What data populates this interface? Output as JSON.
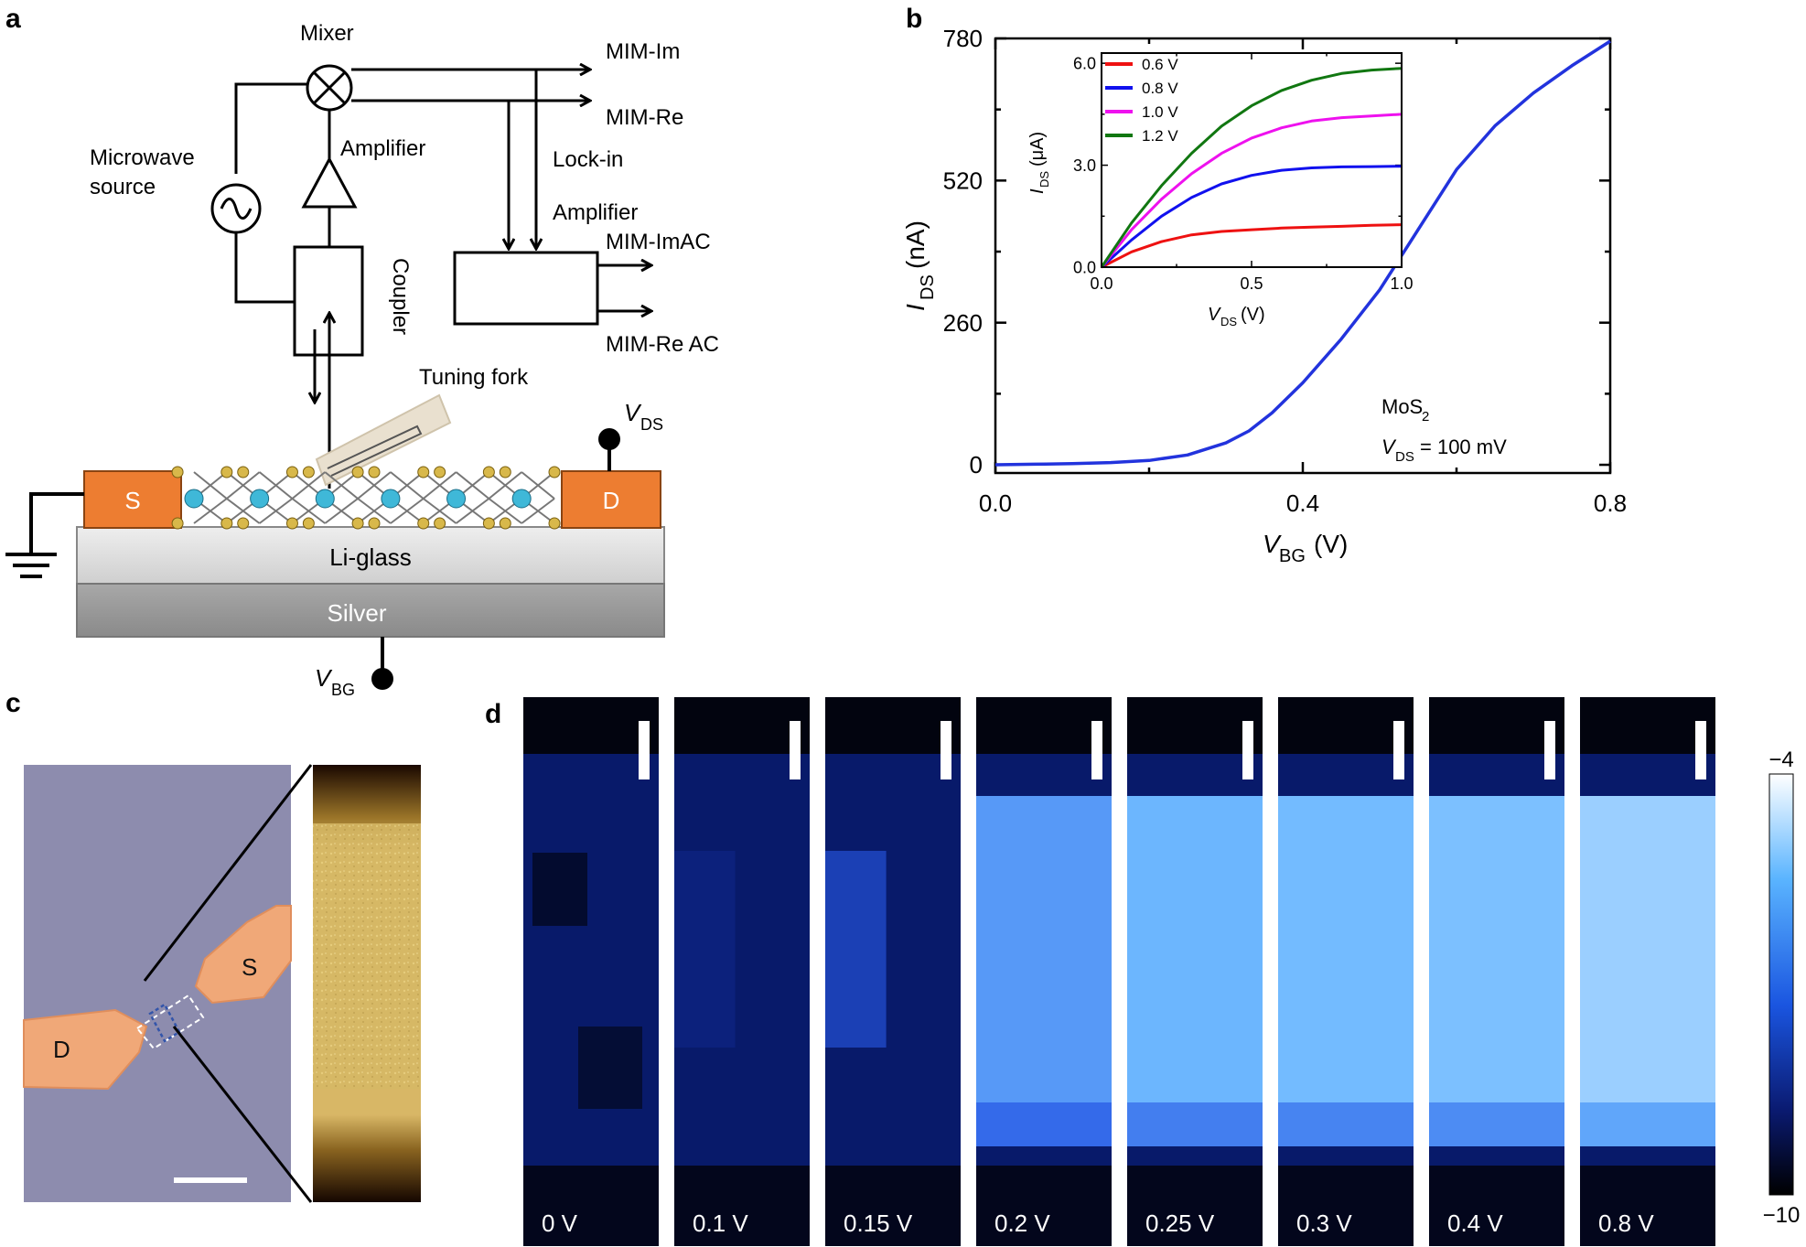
{
  "panels": {
    "a": "a",
    "b": "b",
    "c": "c",
    "d": "d"
  },
  "schematic": {
    "mixer": "Mixer",
    "mim_im": "MIM-Im",
    "mim_re": "MIM-Re",
    "amplifier": "Amplifier",
    "lockin": "Lock-in",
    "amplifier2": "Amplifier",
    "microwave_source_1": "Microwave",
    "microwave_source_2": "source",
    "coupler": "Coupler",
    "mim_imac": "MIM-ImAC",
    "mim_reac": "MIM-Re AC",
    "tuning_fork": "Tuning fork",
    "vds_main": "V",
    "vds_sub": "DS",
    "source_label": "S",
    "drain_label": "D",
    "li_glass": "Li-glass",
    "silver": "Silver",
    "vbg_main": "V",
    "vbg_sub": "BG"
  },
  "chart_data": [
    {
      "type": "line",
      "xlabel_main": "V",
      "xlabel_sub": "BG",
      "xlabel_unit": "(V)",
      "ylabel_main": "I",
      "ylabel_sub": "DS",
      "ylabel_unit": "(nA)",
      "xlim": [
        0.0,
        0.8
      ],
      "ylim": [
        -15,
        780
      ],
      "xticks": [
        "0.0",
        "0.4",
        "0.8"
      ],
      "yticks": [
        "0",
        "260",
        "520",
        "780"
      ],
      "xtick_values": [
        0.0,
        0.4,
        0.8
      ],
      "ytick_values": [
        0,
        260,
        520,
        780
      ],
      "series": [
        {
          "color": "#2233dd",
          "x": [
            0.0,
            0.05,
            0.1,
            0.15,
            0.2,
            0.25,
            0.3,
            0.33,
            0.36,
            0.4,
            0.45,
            0.5,
            0.55,
            0.6,
            0.65,
            0.7,
            0.75,
            0.8
          ],
          "y": [
            0,
            1,
            2,
            4,
            8,
            18,
            40,
            62,
            95,
            150,
            230,
            320,
            430,
            540,
            620,
            680,
            730,
            775
          ]
        }
      ],
      "annotation_material_main": "MoS",
      "annotation_material_sub": "2",
      "annotation_vds_main": "V",
      "annotation_vds_sub": "DS",
      "annotation_vds_value": "= 100 mV"
    },
    {
      "type": "line",
      "xlabel_main": "V",
      "xlabel_sub": "DS",
      "xlabel_unit": "(V)",
      "ylabel_main": "I",
      "ylabel_sub": "DS",
      "ylabel_unit": "(μA)",
      "xlim": [
        0.0,
        1.0
      ],
      "ylim": [
        0.0,
        6.3
      ],
      "xticks": [
        "0.0",
        "0.5",
        "1.0"
      ],
      "yticks": [
        "0.0",
        "3.0",
        "6.0"
      ],
      "xtick_values": [
        0.0,
        0.5,
        1.0
      ],
      "ytick_values": [
        0.0,
        3.0,
        6.0
      ],
      "legend_position": "top-left",
      "series": [
        {
          "name": "0.6 V",
          "color": "#ee1111",
          "x": [
            0,
            0.1,
            0.2,
            0.3,
            0.4,
            0.5,
            0.6,
            0.7,
            0.8,
            0.9,
            1.0
          ],
          "y": [
            0,
            0.45,
            0.75,
            0.95,
            1.05,
            1.1,
            1.15,
            1.18,
            1.2,
            1.23,
            1.25
          ]
        },
        {
          "name": "0.8 V",
          "color": "#1111ee",
          "x": [
            0,
            0.1,
            0.2,
            0.3,
            0.4,
            0.5,
            0.6,
            0.7,
            0.8,
            0.9,
            1.0
          ],
          "y": [
            0,
            0.8,
            1.5,
            2.05,
            2.45,
            2.7,
            2.85,
            2.92,
            2.95,
            2.96,
            2.97
          ]
        },
        {
          "name": "1.0 V",
          "color": "#ee11ee",
          "x": [
            0,
            0.1,
            0.2,
            0.3,
            0.4,
            0.5,
            0.6,
            0.7,
            0.8,
            0.9,
            1.0
          ],
          "y": [
            0,
            1.1,
            2.0,
            2.75,
            3.35,
            3.8,
            4.1,
            4.3,
            4.4,
            4.45,
            4.5
          ]
        },
        {
          "name": "1.2 V",
          "color": "#117711",
          "x": [
            0,
            0.1,
            0.2,
            0.3,
            0.4,
            0.5,
            0.6,
            0.7,
            0.8,
            0.9,
            1.0
          ],
          "y": [
            0,
            1.3,
            2.4,
            3.35,
            4.15,
            4.75,
            5.2,
            5.5,
            5.7,
            5.8,
            5.85
          ]
        }
      ]
    }
  ],
  "optical": {
    "s_label": "S",
    "d_label": "D"
  },
  "mim_series": {
    "labels": [
      "0 V",
      "0.1 V",
      "0.15 V",
      "0.2 V",
      "0.25 V",
      "0.3 V",
      "0.4 V",
      "0.8 V"
    ],
    "brightness": [
      0.0,
      0.08,
      0.25,
      0.55,
      0.65,
      0.68,
      0.72,
      0.85
    ],
    "colorbar_max": "−4",
    "colorbar_min": "−10"
  }
}
